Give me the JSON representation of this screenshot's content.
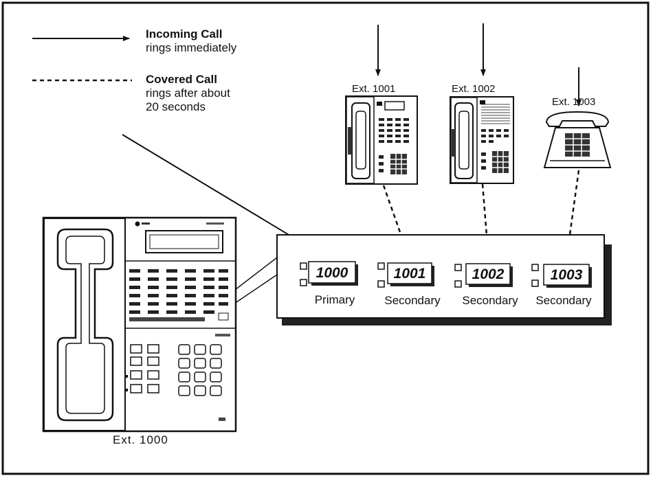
{
  "legend": {
    "incoming_title": "Incoming Call",
    "incoming_desc": "rings immediately",
    "covered_title": "Covered Call",
    "covered_desc_line1": "rings after about",
    "covered_desc_line2": "20  seconds"
  },
  "extensions": {
    "ext1001": "Ext. 1001",
    "ext1002": "Ext. 1002",
    "ext1003": "Ext. 1003",
    "ext1000": "Ext.  1000"
  },
  "panel": {
    "buttons": [
      {
        "number": "1000",
        "role": "Primary"
      },
      {
        "number": "1001",
        "role": "Secondary"
      },
      {
        "number": "1002",
        "role": "Secondary"
      },
      {
        "number": "1003",
        "role": "Secondary"
      }
    ]
  },
  "colors": {
    "line": "#111111",
    "panel_shadow": "#222222",
    "phone_dark": "#2a2a2a"
  }
}
